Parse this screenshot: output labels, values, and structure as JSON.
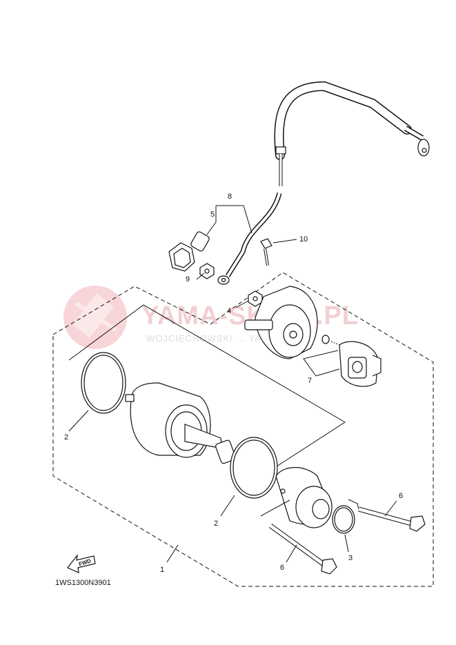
{
  "watermark": {
    "brand": "YAMA-SKLEP.PL",
    "owner": "WOJCIECHOWSKI ... YAMAHA",
    "color": "#f2d0d2"
  },
  "diagram_code": "1WS1300N3901",
  "fwd_label": "FWD",
  "callouts": {
    "c1": "1",
    "c2a": "2",
    "c2b": "2",
    "c3": "3",
    "c4": "4",
    "c5": "5",
    "c6a": "6",
    "c6b": "6",
    "c7": "7",
    "c8": "8",
    "c9": "9",
    "c10": "10"
  }
}
